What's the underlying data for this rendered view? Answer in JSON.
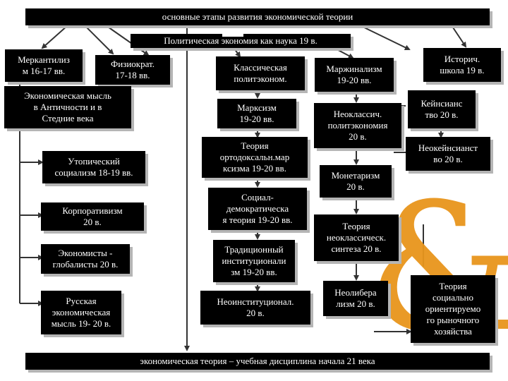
{
  "header": {
    "title": "основные этапы развития экономической теории",
    "subtitle": "Политическая экономия как наука 19 в."
  },
  "footer": {
    "text": "экономическая теория – учебная дисциплина начала 21 века"
  },
  "left": {
    "mercantilism": "Меркантилиз\nм 16-17 вв.",
    "physiocrats": "Физиократ.\n17-18 вв.",
    "antiquity": "Экономическая мысль\nв Античности и в\nСтедние века",
    "utopian": "Утопический\nсоциализм 18-19 вв.",
    "corporatism": "Корпоративизм\n20 в.",
    "globalists": "Экономисты -\nглобалисты  20 в.",
    "russian": "Русская\nэкономическая\nмысль  19- 20 в."
  },
  "center": {
    "classical": "Классическая\nполитэконом.",
    "marxism": "Марксизм\n19-20 вв.",
    "orthodox": "Теория\nортодоксальн.мар\nксизма 19-20 вв.",
    "socdem": "Социал-\nдемократическа\nя теория 19-20 вв.",
    "institutional": "Традиционный\nинституционали\nзм 19-20 вв.",
    "neoinstitutional": "Неоинституционал.\n20 в."
  },
  "middle": {
    "marginalism": "Маржинализм\n19-20 вв.",
    "neoclassical": "Неоклассич.\nполитэкономия\n20 в.",
    "monetarism": "Монетаризм\n20 в.",
    "synthesis": "Теория\nнеоклассическ.\nсинтеза 20 в.",
    "neoliberalism": "Неолибера\nлизм 20 в."
  },
  "right": {
    "historical": "Историч.\nшкола  19 в.",
    "keynesianism": "Кейнсианс\nтво  20 в.",
    "neokeynesian": "Неокейнсианст\nво 20 в.",
    "social_market": "Теория\nсоциально\nориентируемо\nго рыночного\nхозяйства"
  },
  "decoration": {
    "ampersand": "&",
    "ampersand_color": "#e8951c",
    "box_color": "#000000",
    "text_color": "#ffffff"
  }
}
